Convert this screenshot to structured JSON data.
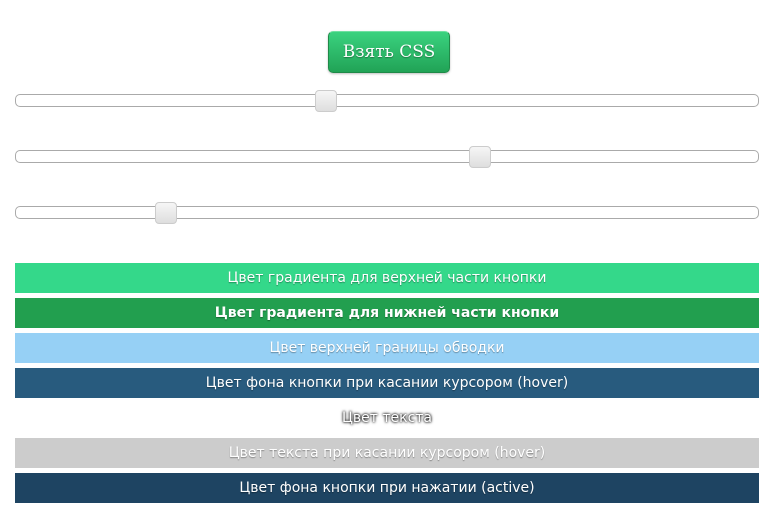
{
  "header": {
    "take_css_label": "Взять CSS"
  },
  "sliders": [
    {
      "name": "slider-1",
      "value": 0.418
    },
    {
      "name": "slider-2",
      "value": 0.626
    },
    {
      "name": "slider-3",
      "value": 0.202
    }
  ],
  "swatches": [
    {
      "label": "Цвет градиента для верхней части кнопки",
      "background": "#34d88a",
      "text_color": "#ffffff"
    },
    {
      "label": "Цвет градиента для нижней части кнопки",
      "background": "#229f4f",
      "text_color": "#ffffff"
    },
    {
      "label": "Цвет верхней границы обводки",
      "background": "#96d0f5",
      "text_color": "#ffffff"
    },
    {
      "label": "Цвет фона кнопки при касании курсором (hover)",
      "background": "#285b7e",
      "text_color": "#ffffff"
    },
    {
      "label": "Цвет текста",
      "background": "#ffffff",
      "text_color": "#ffffff"
    },
    {
      "label": "Цвет текста при касании курсором (hover)",
      "background": "#cccccc",
      "text_color": "#ffffff"
    },
    {
      "label": "Цвет фона кнопки при нажатии (active)",
      "background": "#1e4462",
      "text_color": "#ffffff"
    }
  ]
}
